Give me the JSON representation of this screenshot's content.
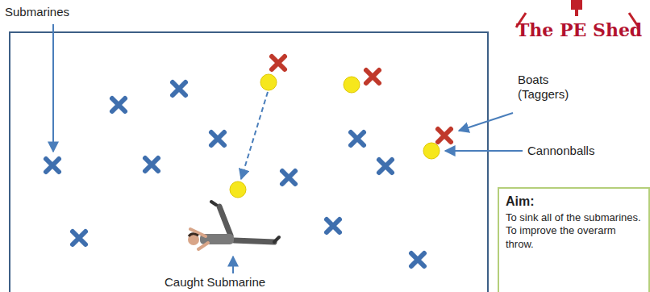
{
  "diagram": {
    "nodes": [
      {
        "text": [
          "Aim:",
          "To sink all of the submarines. To improve the overarm throw."
        ]
      }
    ],
    "labels": [
      "Submarines",
      "Boats (Taggers)",
      "Cannonballs",
      "Caught Submarine",
      "The PE Shed"
    ]
  }
}
